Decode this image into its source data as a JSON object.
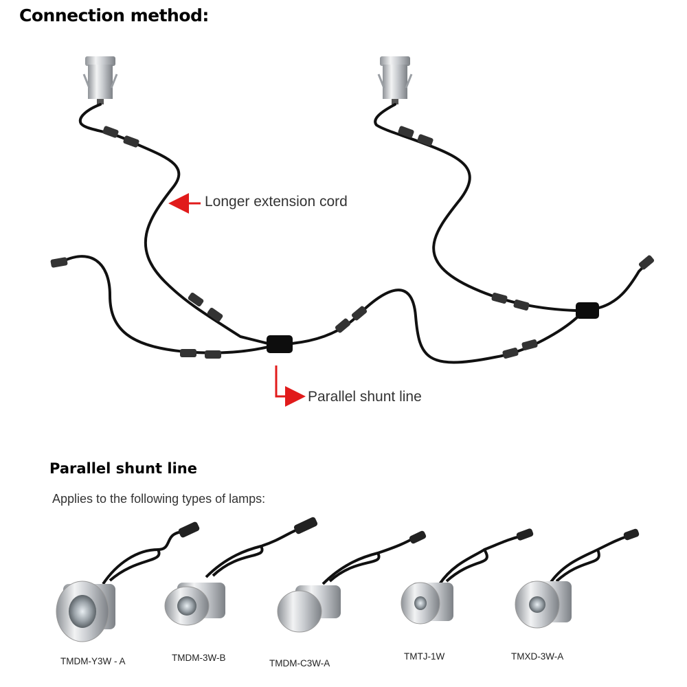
{
  "title": "Connection method:",
  "labels": {
    "extension_cord": "Longer extension cord",
    "shunt_line": "Parallel shunt line"
  },
  "section": {
    "heading": "Parallel shunt line",
    "subtitle": "Applies to the following types of lamps:"
  },
  "lamps": [
    {
      "model": "TMDM-Y3W - A"
    },
    {
      "model": "TMDM-3W-B"
    },
    {
      "model": "TMDM-C3W-A"
    },
    {
      "model": "TMTJ-1W"
    },
    {
      "model": "TMXD-3W-A"
    }
  ],
  "colors": {
    "arrow": "#e11b1b",
    "cable": "#111111",
    "metal": "#bfc3c7"
  }
}
